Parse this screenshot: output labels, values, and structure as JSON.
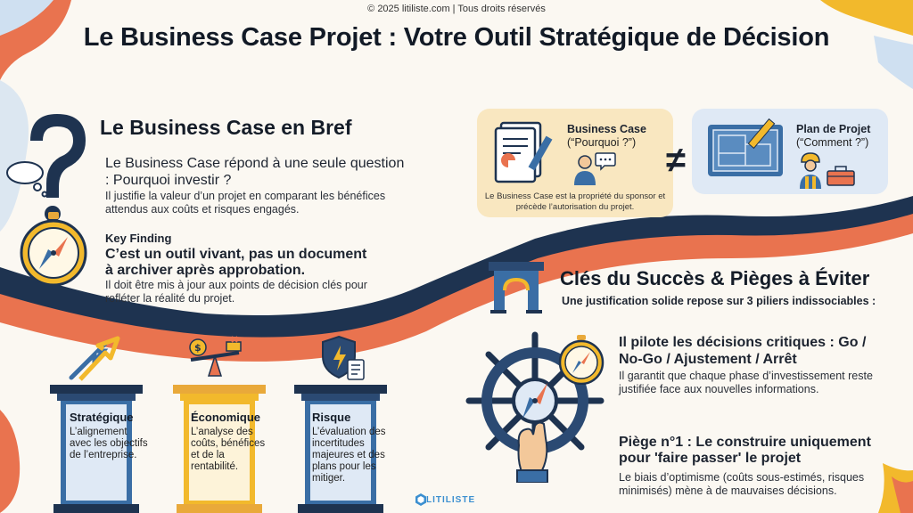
{
  "copyright": "© 2025 litiliste.com | Tous droits réservés",
  "title": "Le Business Case Projet : Votre Outil Stratégique de Décision",
  "bref": {
    "title": "Le Business Case en Bref",
    "question_title": "Le Business Case répond à une seule question : Pourquoi investir ?",
    "question_desc": "Il justifie la valeur d’un projet en comparant les bénéfices attendus aux coûts et risques engagés.",
    "key_finding_label": "Key Finding",
    "key_finding_title": "C’est un outil vivant, pas un document à archiver après approbation.",
    "key_finding_desc": "Il doit être mis à jour aux points de décision clés pour refléter la réalité du projet."
  },
  "comparison": {
    "business_case": {
      "title": "Business Case",
      "subtitle": "(“Pourquoi ?”)",
      "note": "Le Business Case est la propriété du sponsor et précède l’autorisation du projet."
    },
    "not_equal": "≠",
    "project_plan": {
      "title": "Plan de Projet",
      "subtitle": "(“Comment ?”)"
    }
  },
  "pillars": [
    {
      "name": "Stratégique",
      "desc": "L’alignement avec les objectifs de l’entreprise."
    },
    {
      "name": "Économique",
      "desc": "L’analyse des coûts, bénéfices et de la rentabilité."
    },
    {
      "name": "Risque",
      "desc": "L’évaluation des incertitudes majeures et des plans pour les mitiger."
    }
  ],
  "keys": {
    "title": "Clés du Succès & Pièges à Éviter",
    "subtitle": "Une justification solide repose sur 3 piliers indissociables :",
    "pilot_title": "Il pilote les décisions critiques : Go / No-Go / Ajustement / Arrêt",
    "pilot_desc": "Il garantit que chaque phase d’investissement reste justifiée face aux nouvelles informations.",
    "trap_title": "Piège n°1 : Le construire uniquement pour 'faire passer' le projet",
    "trap_desc": "Le biais d’optimisme (coûts sous-estimés, risques minimisés) mène à de mauvaises décisions."
  },
  "brand": "LITILISTE",
  "icons": [
    "question-mark-icon",
    "compass-icon",
    "thought-bubble-icon",
    "document-icon",
    "presenter-icon",
    "blueprint-icon",
    "worker-icon",
    "toolbox-icon",
    "arch-icon",
    "ship-wheel-icon",
    "arrows-up-icon",
    "balance-scale-icon",
    "shield-icon"
  ],
  "colors": {
    "navy": "#1e3350",
    "orange": "#e9734f",
    "yellow": "#f2b92c",
    "blue": "#3a6ea5",
    "light_blue": "#cfe0f1",
    "cream": "#fbf8f2"
  }
}
